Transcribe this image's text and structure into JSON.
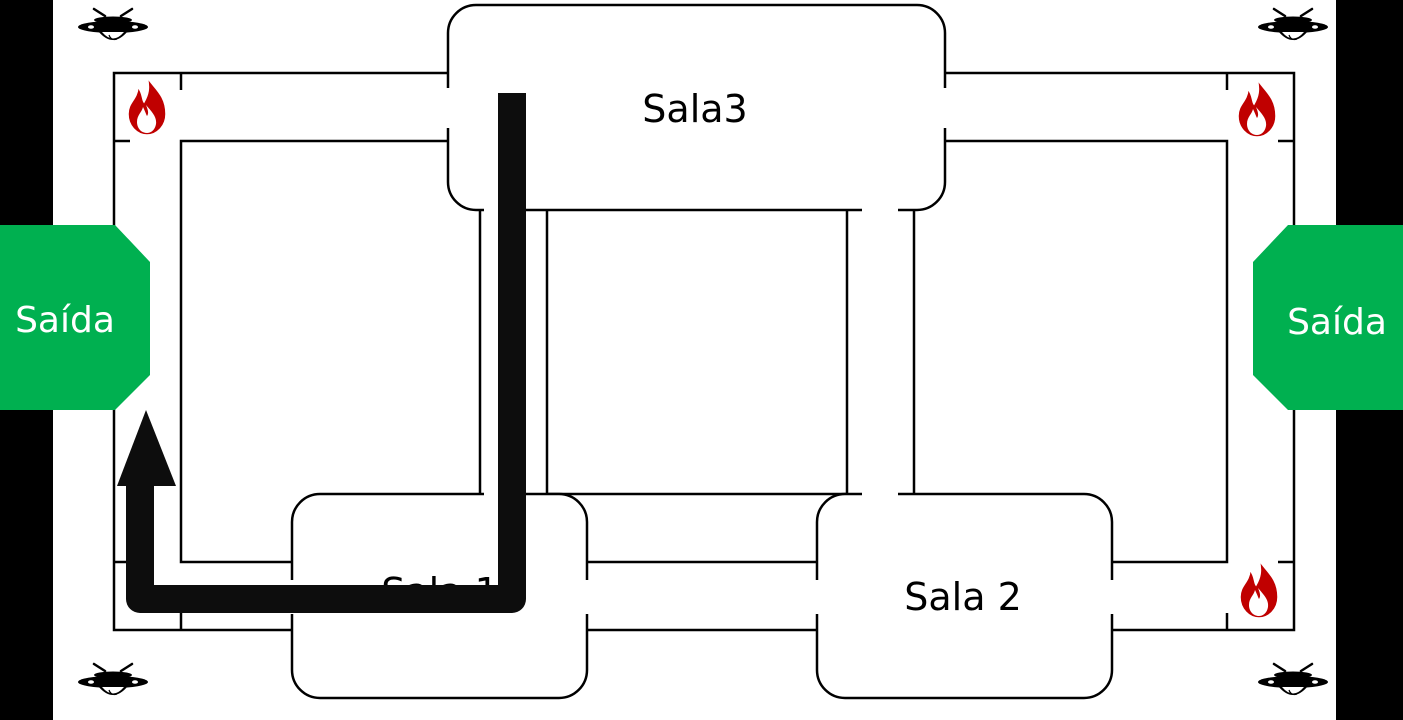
{
  "rooms": {
    "sala3": "Sala3",
    "sala1": "Sala 1",
    "sala2": "Sala 2"
  },
  "exits": {
    "left": "Saída",
    "right": "Saída"
  },
  "icons": {
    "corner_top_left": "ufo-icon",
    "corner_top_right": "ufo-icon",
    "corner_bottom_left": "ufo-icon",
    "corner_bottom_right": "ufo-icon",
    "fire_top_left": "fire-icon",
    "fire_top_right": "fire-icon",
    "fire_bottom_right": "fire-icon"
  },
  "colors": {
    "exit": "#00b050",
    "fire": "#c00000",
    "route": "#0d0d0d",
    "background": "#ffffff",
    "side_border": "#000000"
  }
}
